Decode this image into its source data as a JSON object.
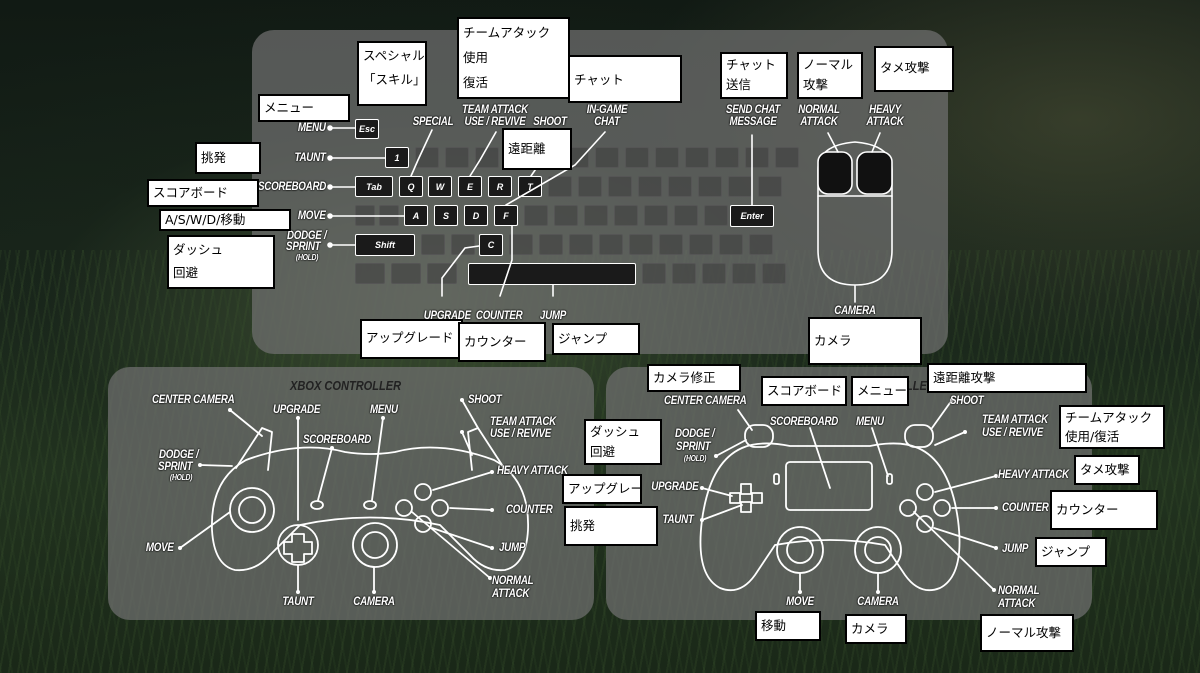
{
  "keyboard": {
    "labels": {
      "menu": "MENU",
      "taunt": "TAUNT",
      "scoreboard": "SCOREBOARD",
      "move": "MOVE",
      "dodge": "DODGE /",
      "sprint": "SPRINT",
      "hold": "(HOLD)",
      "special": "SPECIAL",
      "team_attack_1": "TEAM ATTACK",
      "team_attack_2": "USE / REVIVE",
      "shoot": "SHOOT",
      "ingame_1": "IN-GAME",
      "ingame_2": "CHAT",
      "send_chat_1": "SEND CHAT",
      "send_chat_2": "MESSAGE",
      "normal_attack_1": "NORMAL",
      "normal_attack_2": "ATTACK",
      "heavy_attack_1": "HEAVY",
      "heavy_attack_2": "ATTACK",
      "upgrade": "UPGRADE",
      "counter": "COUNTER",
      "jump": "JUMP",
      "camera": "CAMERA"
    },
    "keys": {
      "esc": "Esc",
      "one": "1",
      "tab": "Tab",
      "q": "Q",
      "w": "W",
      "e": "E",
      "r": "R",
      "t": "T",
      "a": "A",
      "s": "S",
      "d": "D",
      "f": "F",
      "shift": "Shift",
      "c": "C",
      "enter": "Enter"
    }
  },
  "xbox": {
    "title": "XBOX CONTROLLER",
    "labels": {
      "center_camera": "CENTER CAMERA",
      "upgrade": "UPGRADE",
      "menu": "MENU",
      "scoreboard": "SCOREBOARD",
      "shoot": "SHOOT",
      "team_attack_1": "TEAM ATTACK",
      "team_attack_2": "USE / REVIVE",
      "dodge": "DODGE /",
      "sprint": "SPRINT",
      "hold": "(HOLD)",
      "heavy_attack": "HEAVY ATTACK",
      "counter": "COUNTER",
      "move": "MOVE",
      "jump": "JUMP",
      "normal_attack_1": "NORMAL",
      "normal_attack_2": "ATTACK",
      "taunt": "TAUNT",
      "camera": "CAMERA"
    }
  },
  "ps": {
    "title_fragment": "LLE",
    "labels": {
      "center_camera": "CENTER CAMERA",
      "scoreboard": "SCOREBOARD",
      "menu": "MENU",
      "shoot": "SHOOT",
      "team_attack_1": "TEAM ATTACK",
      "team_attack_2": "USE / REVIVE",
      "dodge": "DODGE /",
      "sprint": "SPRINT",
      "hold": "(HOLD)",
      "heavy_attack": "HEAVY ATTACK",
      "upgrade": "UPGRADE",
      "counter": "COUNTER",
      "taunt": "TAUNT",
      "jump": "JUMP",
      "normal_attack_1": "NORMAL",
      "normal_attack_2": "ATTACK",
      "move": "MOVE",
      "camera": "CAMERA"
    }
  },
  "jp_notes": {
    "special_1": "スペシャル",
    "special_2": "「スキル」",
    "team_1": "チームアタック",
    "team_2": "使用",
    "team_3": "復活",
    "chat": "チャット",
    "send_1": "チャット",
    "send_2": "送信",
    "normal_1": "ノーマル",
    "normal_2": "攻撃",
    "heavy": "タメ攻撃",
    "menu": "メニュー",
    "shoot": "遠距離",
    "taunt": "挑発",
    "scoreboard": "スコアボード",
    "move": "A/S/W/D/移動",
    "dodge_1": "ダッシュ",
    "dodge_2": "回避",
    "upgrade": "アップグレード",
    "counter": "カウンター",
    "jump": "ジャンプ",
    "camera": "カメラ",
    "xbox_dodge_1": "ダッシュ",
    "xbox_dodge_2": "回避",
    "xbox_upgrade": "アップグレー",
    "xbox_taunt": "挑発",
    "ps_center_camera": "カメラ修正",
    "ps_scoreboard": "スコアボード",
    "ps_menu": "メニュー",
    "ps_shoot": "遠距離攻撃",
    "ps_team_1": "チームアタック",
    "ps_team_2": "使用/復活",
    "ps_heavy": "タメ攻撃",
    "ps_counter": "カウンター",
    "ps_jump": "ジャンプ",
    "ps_move": "移動",
    "ps_camera": "カメラ",
    "ps_normal": "ノーマル攻撃"
  }
}
